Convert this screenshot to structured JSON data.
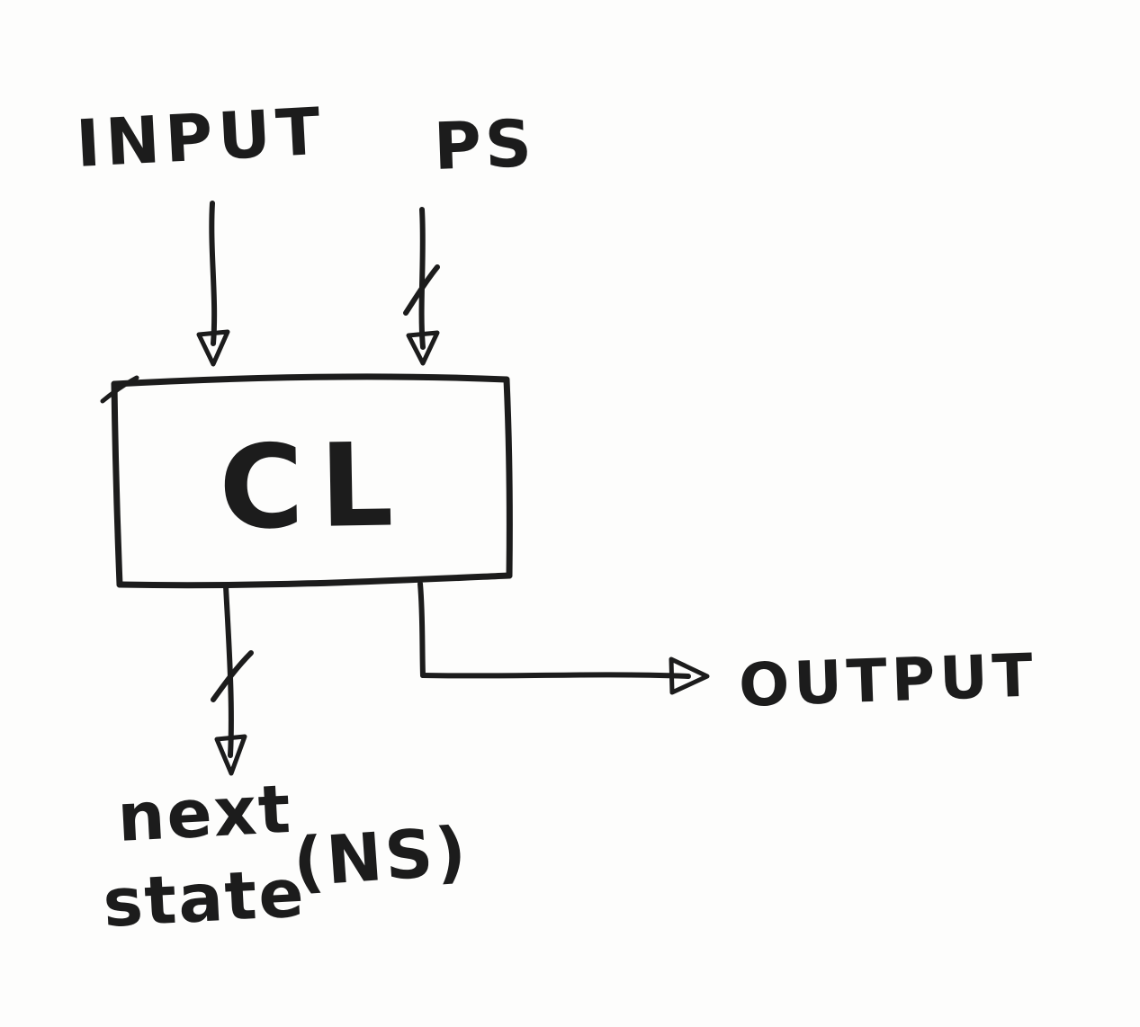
{
  "diagram": {
    "description": "Hand-drawn finite state machine combinational logic block diagram",
    "labels": {
      "input": "INPUT",
      "ps": "PS",
      "block": "CL",
      "output": "OUTPUT",
      "next_state_line1": "next",
      "next_state_line2": "state",
      "ns": "(NS)"
    },
    "colors": {
      "ink": "#1c1c1c",
      "paper": "#fdfdfc"
    }
  }
}
